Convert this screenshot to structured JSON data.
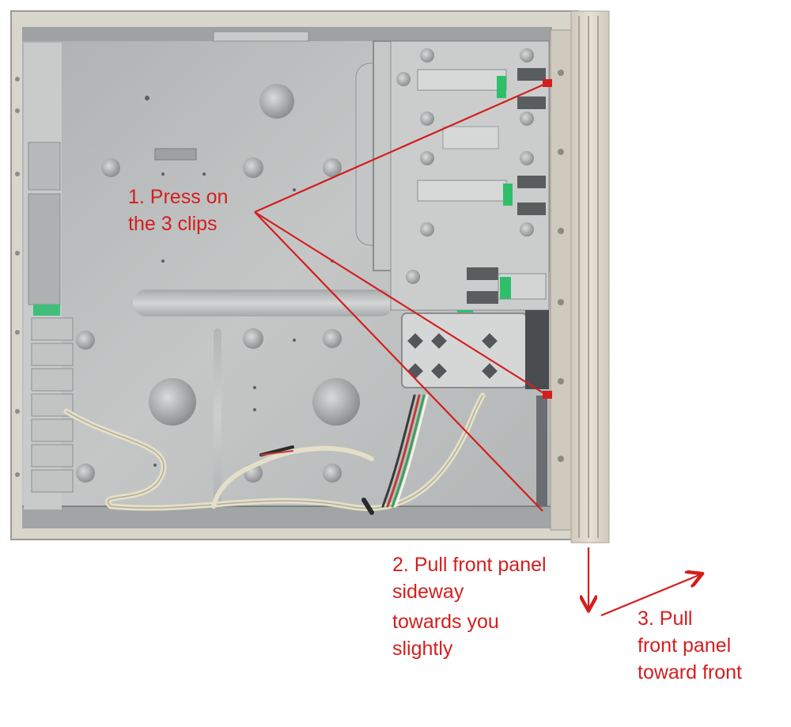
{
  "annotations": {
    "step1": {
      "lines": [
        "1. Press on",
        "the 3 clips"
      ]
    },
    "step2": {
      "lines": [
        "2. Pull front panel",
        "sideway",
        "towards you",
        "slightly"
      ]
    },
    "step3": {
      "lines": [
        "3. Pull",
        "front panel",
        "toward front"
      ]
    }
  },
  "colors": {
    "annotation": "#d41e1e",
    "case_metal": "#b9bcbd",
    "case_frame": "#d7d4ca",
    "front_bezel": "#dcd7c9",
    "drive_clip": "#2fbf6b"
  }
}
